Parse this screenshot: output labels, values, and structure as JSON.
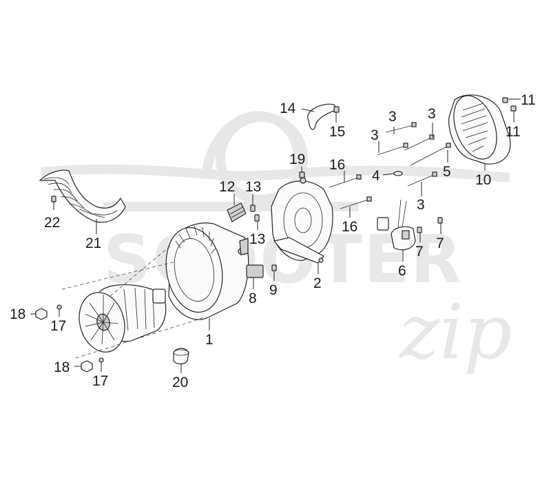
{
  "watermark": {
    "brand_text": "SCOOTER",
    "script_text": "zip"
  },
  "callouts": [
    {
      "id": "c1",
      "label": "1"
    },
    {
      "id": "c2",
      "label": "2"
    },
    {
      "id": "c3a",
      "label": "3"
    },
    {
      "id": "c3b",
      "label": "3"
    },
    {
      "id": "c3c",
      "label": "3"
    },
    {
      "id": "c3d",
      "label": "3"
    },
    {
      "id": "c4",
      "label": "4"
    },
    {
      "id": "c5",
      "label": "5"
    },
    {
      "id": "c6",
      "label": "6"
    },
    {
      "id": "c7a",
      "label": "7"
    },
    {
      "id": "c7b",
      "label": "7"
    },
    {
      "id": "c8",
      "label": "8"
    },
    {
      "id": "c9",
      "label": "9"
    },
    {
      "id": "c10",
      "label": "10"
    },
    {
      "id": "c11a",
      "label": "11"
    },
    {
      "id": "c11b",
      "label": "11"
    },
    {
      "id": "c12",
      "label": "12"
    },
    {
      "id": "c13a",
      "label": "13"
    },
    {
      "id": "c13b",
      "label": "13"
    },
    {
      "id": "c14",
      "label": "14"
    },
    {
      "id": "c15",
      "label": "15"
    },
    {
      "id": "c16a",
      "label": "16"
    },
    {
      "id": "c16b",
      "label": "16"
    },
    {
      "id": "c17a",
      "label": "17"
    },
    {
      "id": "c17b",
      "label": "17"
    },
    {
      "id": "c18a",
      "label": "18"
    },
    {
      "id": "c18b",
      "label": "18"
    },
    {
      "id": "c19",
      "label": "19"
    },
    {
      "id": "c20",
      "label": "20"
    },
    {
      "id": "c21",
      "label": "21"
    },
    {
      "id": "c22",
      "label": "22"
    }
  ]
}
